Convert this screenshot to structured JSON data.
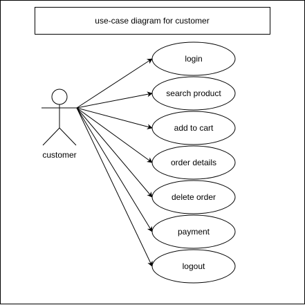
{
  "title": "use-case diagram for customer",
  "actor": {
    "label": "customer"
  },
  "use_cases": [
    {
      "label": "login"
    },
    {
      "label": "search product"
    },
    {
      "label": "add to cart"
    },
    {
      "label": "order details"
    },
    {
      "label": "delete order"
    },
    {
      "label": "payment"
    },
    {
      "label": "logout"
    }
  ],
  "colors": {
    "stroke": "#000000",
    "background": "#ffffff"
  }
}
